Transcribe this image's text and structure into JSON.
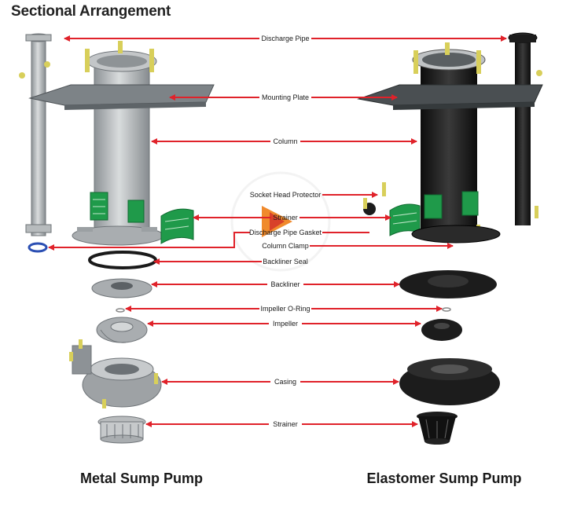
{
  "title": "Sectional Arrangement",
  "labels": {
    "discharge_pipe": "Discharge Pipe",
    "mounting_plate": "Mounting Plate",
    "column": "Column",
    "socket_head_protector": "Socket Head Protector",
    "strainer_upper": "Strainer",
    "discharge_pipe_gasket": "Discharge Pipe Gasket",
    "column_clamp": "Column Clamp",
    "backliner_seal": "Backliner Seal",
    "backliner": "Backliner",
    "impeller_o_ring": "Impeller O-Ring",
    "impeller": "Impeller",
    "casing": "Casing",
    "strainer_lower": "Strainer"
  },
  "captions": {
    "metal": "Metal Sump Pump",
    "elastomer": "Elastomer Sump Pump"
  },
  "colors": {
    "arrow": "#e0222a",
    "metal": "#a9adb0",
    "metal_dark": "#6f7478",
    "elastomer": "#1c1c1c",
    "green": "#1f9a4a",
    "bolt": "#d8cf5a",
    "gasket_blue": "#2b4fb3",
    "plate": "#7d8387"
  }
}
